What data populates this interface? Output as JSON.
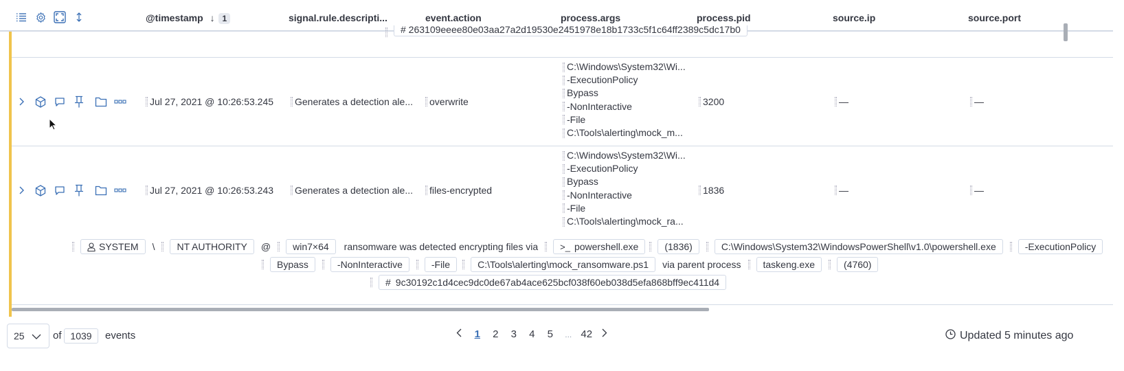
{
  "header": {
    "toolbar_icons": [
      "list-icon",
      "gear-icon",
      "fullscreen-icon",
      "row-height-icon"
    ],
    "columns": [
      {
        "key": "timestamp",
        "label": "@timestamp",
        "sort_direction": "desc",
        "sort_order": "1"
      },
      {
        "key": "rule_description",
        "label": "signal.rule.descripti..."
      },
      {
        "key": "event_action",
        "label": "event.action"
      },
      {
        "key": "process_args",
        "label": "process.args"
      },
      {
        "key": "process_pid",
        "label": "process.pid"
      },
      {
        "key": "source_ip",
        "label": "source.ip"
      },
      {
        "key": "source_port",
        "label": "source.port"
      }
    ]
  },
  "top_partial_hash": "# 263109eeee80e03aa27a2d19530e2451978e18b1733c5f1c64ff2389c5dc17b0",
  "rows": [
    {
      "timestamp": "Jul 27, 2021 @ 10:26:53.245",
      "rule_description": "Generates a detection ale...",
      "event_action": "overwrite",
      "process_args": [
        "C:\\Windows\\System32\\Wi...",
        "-ExecutionPolicy",
        "Bypass",
        "-NonInteractive",
        "-File",
        "C:\\Tools\\alerting\\mock_m..."
      ],
      "process_pid": "3200",
      "source_ip": "—",
      "source_port": "—"
    },
    {
      "timestamp": "Jul 27, 2021 @ 10:26:53.243",
      "rule_description": "Generates a detection ale...",
      "event_action": "files-encrypted",
      "process_args": [
        "C:\\Windows\\System32\\Wi...",
        "-ExecutionPolicy",
        "Bypass",
        "-NonInteractive",
        "-File",
        "C:\\Tools\\alerting\\mock_ra..."
      ],
      "process_pid": "1836",
      "source_ip": "—",
      "source_port": "—",
      "summary": {
        "user": "SYSTEM",
        "sep_backslash": "\\",
        "domain": "NT AUTHORITY",
        "sep_at": "@",
        "host": "win7×64",
        "text_detected": "ransomware was detected encrypting files via",
        "process_name": "powershell.exe",
        "process_pid": "(1836)",
        "process_path": "C:\\Windows\\System32\\WindowsPowerShell\\v1.0\\powershell.exe",
        "args": [
          "-ExecutionPolicy",
          "Bypass",
          "-NonInteractive",
          "-File",
          "C:\\Tools\\alerting\\mock_ransomware.ps1"
        ],
        "text_parent": "via parent process",
        "parent_name": "taskeng.exe",
        "parent_pid": "(4760)",
        "hash": "9c30192c1d4cec9dc0de67ab4ace625bcf038f60eb038d5efa868bff9ec411d4",
        "hash_prefix": "#"
      }
    }
  ],
  "footer": {
    "page_size": "25",
    "of_label": "of",
    "total_events": "1039",
    "events_label": "events",
    "pages": [
      "1",
      "2",
      "3",
      "4",
      "5",
      "...",
      "42"
    ],
    "active_page": "1",
    "updated_text": "Updated 5 minutes ago"
  },
  "colors": {
    "accent": "#3a6fb5",
    "row_highlight": "#f0c44d",
    "border": "#d3dae6"
  }
}
